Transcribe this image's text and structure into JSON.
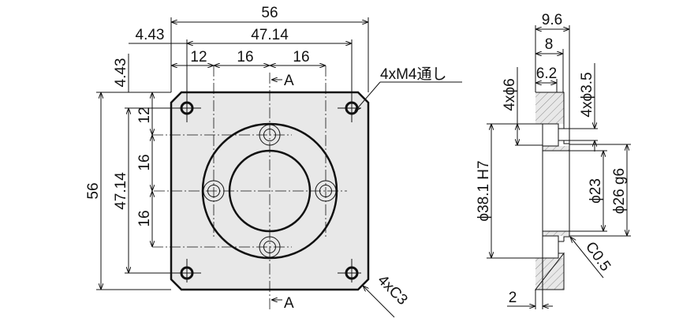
{
  "front_view": {
    "dims": {
      "width_total": "56",
      "height_total": "56",
      "hole_pitch_h": "47.14",
      "hole_pitch_v": "47.14",
      "edge_offset_h": "4.43",
      "edge_offset_v": "4.43",
      "seg_h_12": "12",
      "seg_h_16a": "16",
      "seg_h_16b": "16",
      "seg_v_12": "12",
      "seg_v_16a": "16",
      "seg_v_16b": "16"
    },
    "section_mark_top": "A",
    "section_mark_bottom": "A",
    "thread_note": "4xM4通し",
    "chamfer_note": "4xC3"
  },
  "section_view": {
    "dims": {
      "thickness_total": "9.6",
      "thickness_8": "8",
      "thickness_6_2": "6.2",
      "counterbore": "4xϕ6",
      "through_hole": "4xϕ3.5",
      "pilot_bore": "ϕ38.1 H7",
      "bore": "ϕ23",
      "boss": "ϕ26 g6",
      "chamfer": "C0.5",
      "wall": "2"
    }
  },
  "colors": {
    "plate_fill": "#e8e8e8",
    "line": "#111111"
  }
}
